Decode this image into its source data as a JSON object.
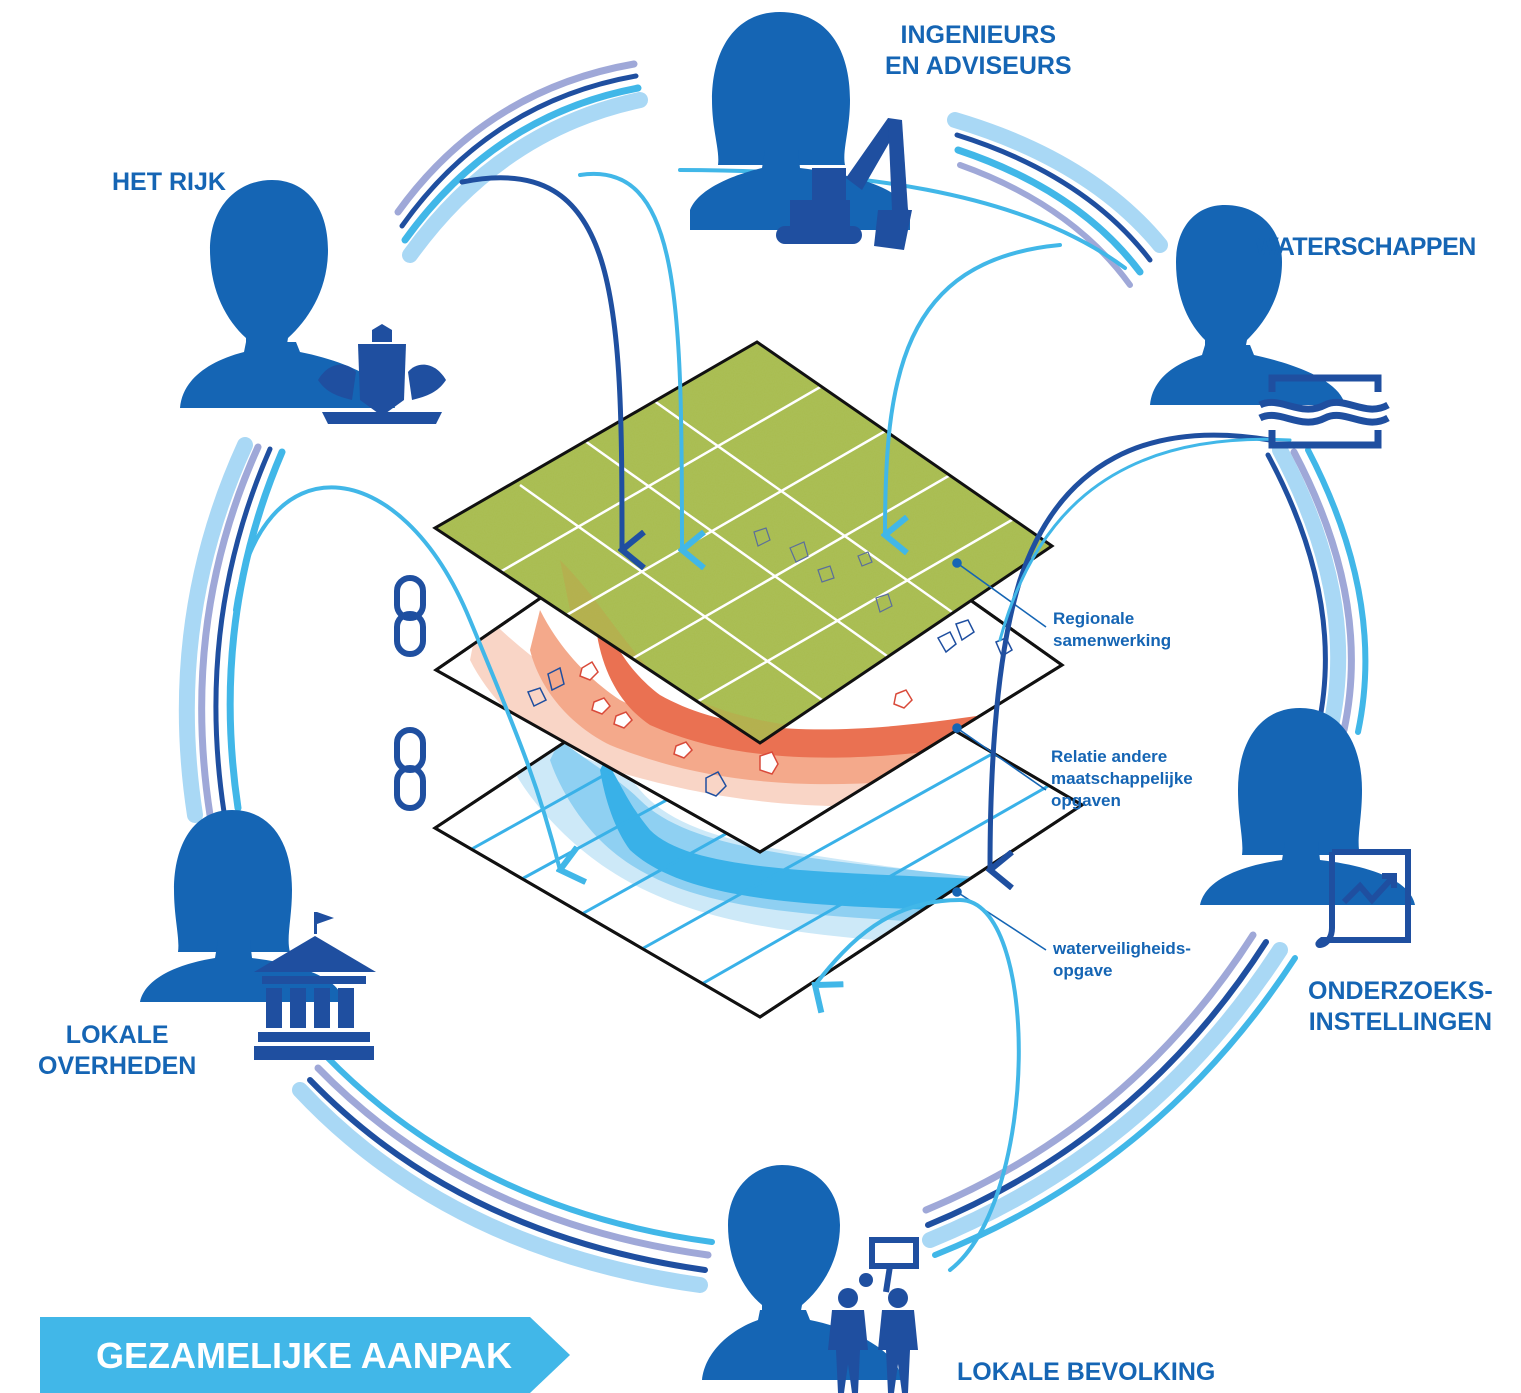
{
  "actors": {
    "ingenieurs": "INGENIEURS\nEN ADVISEURS",
    "rijk": "HET RIJK",
    "waterschappen": "WATERSCHAPPEN",
    "onderzoek": "ONDERZOEKS-\nINSTELLINGEN",
    "lokale_overheden": "LOKALE\nOVERHEDEN",
    "bevolking": "LOKALE BEVOLKING"
  },
  "layers": {
    "regionaal": "Regionale\nsamenwerking",
    "relatie": "Relatie andere\nmaatschappelijke\nopgaven",
    "water": "waterveiligheids-\nopgave"
  },
  "banner": {
    "label": "GEZAMELIJKE AANPAK"
  },
  "colors": {
    "dark_blue": "#1f4fa0",
    "mid_blue": "#1565b4",
    "light_blue": "#41b7e8",
    "pale_blue": "#a9c3ea",
    "lavender": "#9fa8d8",
    "layer_green": "#a8bc4e",
    "layer_red": "#ea7152",
    "layer_water": "#39b1e8"
  },
  "icons": {
    "ingenieurs": "excavator-icon",
    "rijk": "coat-of-arms-icon",
    "waterschappen": "water-waves-icon",
    "onderzoek": "research-report-icon",
    "lokale_overheden": "government-building-icon",
    "bevolking": "protest-group-icon",
    "link": "chain-link-icon"
  }
}
